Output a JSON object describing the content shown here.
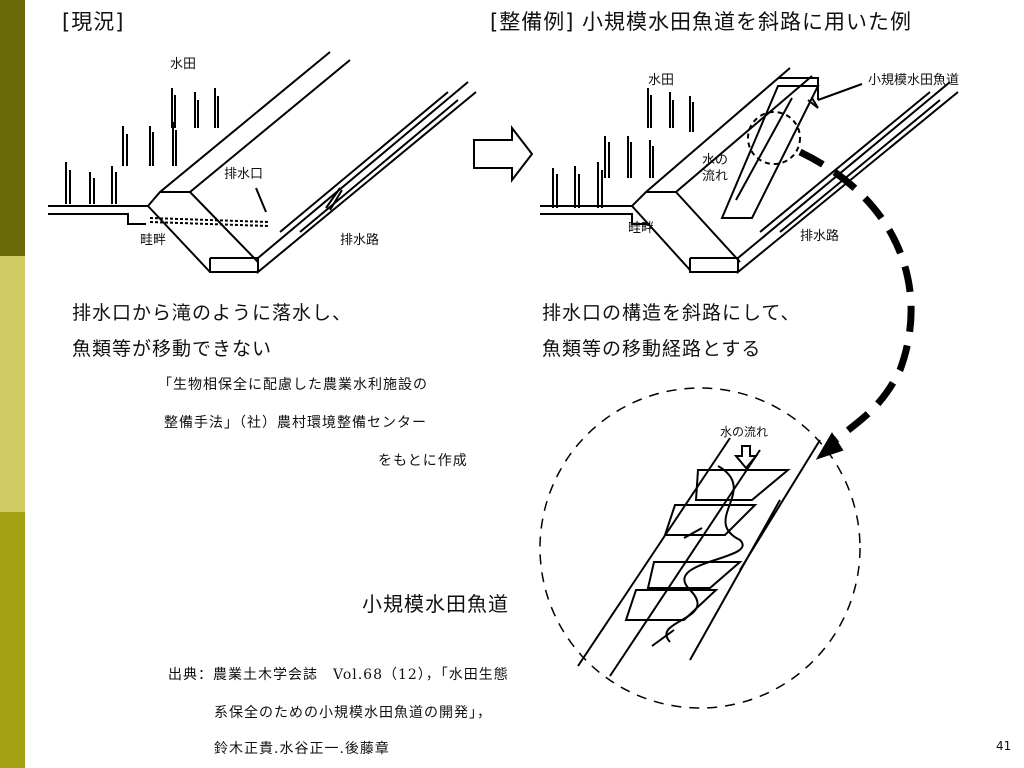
{
  "left_heading": "[現況]",
  "right_heading": "[整備例] 小規模水田魚道を斜路に用いた例",
  "left_diagram": {
    "paddy_label": "水田",
    "outlet_label": "排水口",
    "levee_label": "畦畔",
    "channel_label": "排水路"
  },
  "right_diagram": {
    "paddy_label": "水田",
    "fishway_label": "小規模水田魚道",
    "flow_label_line1": "水の",
    "flow_label_line2": "流れ",
    "levee_label": "畦畔",
    "channel_label": "排水路"
  },
  "left_caption": {
    "line1": "排水口から滝のように落水し、",
    "line2": "魚類等が移動できない"
  },
  "right_caption": {
    "line1": "排水口の構造を斜路にして、",
    "line2": "魚類等の移動経路とする"
  },
  "reference_note": {
    "line1": "「生物相保全に配慮した農業水利施設の",
    "line2": "整備手法」（社）農村環境整備センター",
    "line3": "をもとに作成"
  },
  "detail_flow_label": "水の流れ",
  "detail_title": "小規模水田魚道",
  "source_note": {
    "line1": "出典：農業土木学会誌　Vol.68（12），「水田生態",
    "line2": "系保全のための小規模水田魚道の開発」，",
    "line3": "鈴木正貴.水谷正一.後藤章"
  },
  "page_number": "41",
  "colors": {
    "bar_top": "#6b6a0a",
    "bar_middle": "#cfcb62",
    "bar_bottom": "#a3a112"
  }
}
